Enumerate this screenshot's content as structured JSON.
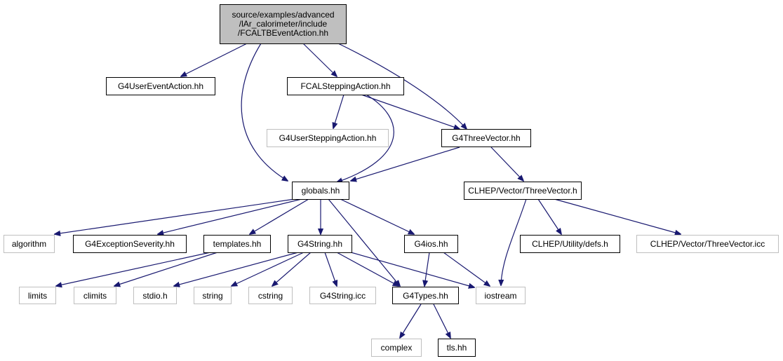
{
  "graph": {
    "root": {
      "line1": "source/examples/advanced",
      "line2": "/lAr_calorimeter/include",
      "line3": "/FCALTBEventAction.hh"
    },
    "nodes": {
      "g4usereventaction": "G4UserEventAction.hh",
      "fcalsteppingaction": "FCALSteppingAction.hh",
      "g4usersteppingaction": "G4UserSteppingAction.hh",
      "g4threevector": "G4ThreeVector.hh",
      "globals": "globals.hh",
      "clhep_threevector_h": "CLHEP/Vector/ThreeVector.h",
      "algorithm": "algorithm",
      "g4exceptionseverity": "G4ExceptionSeverity.hh",
      "templates": "templates.hh",
      "g4string": "G4String.hh",
      "g4ios": "G4ios.hh",
      "clhep_utility_defs": "CLHEP/Utility/defs.h",
      "clhep_threevector_icc": "CLHEP/Vector/ThreeVector.icc",
      "limits": "limits",
      "climits": "climits",
      "stdio": "stdio.h",
      "string": "string",
      "cstring": "cstring",
      "g4string_icc": "G4String.icc",
      "g4types": "G4Types.hh",
      "iostream": "iostream",
      "complex": "complex",
      "tls": "tls.hh"
    },
    "edge_color": "#191970",
    "external_border_color": "#bfbfbf",
    "root_fill_color": "#bfbfbf"
  }
}
